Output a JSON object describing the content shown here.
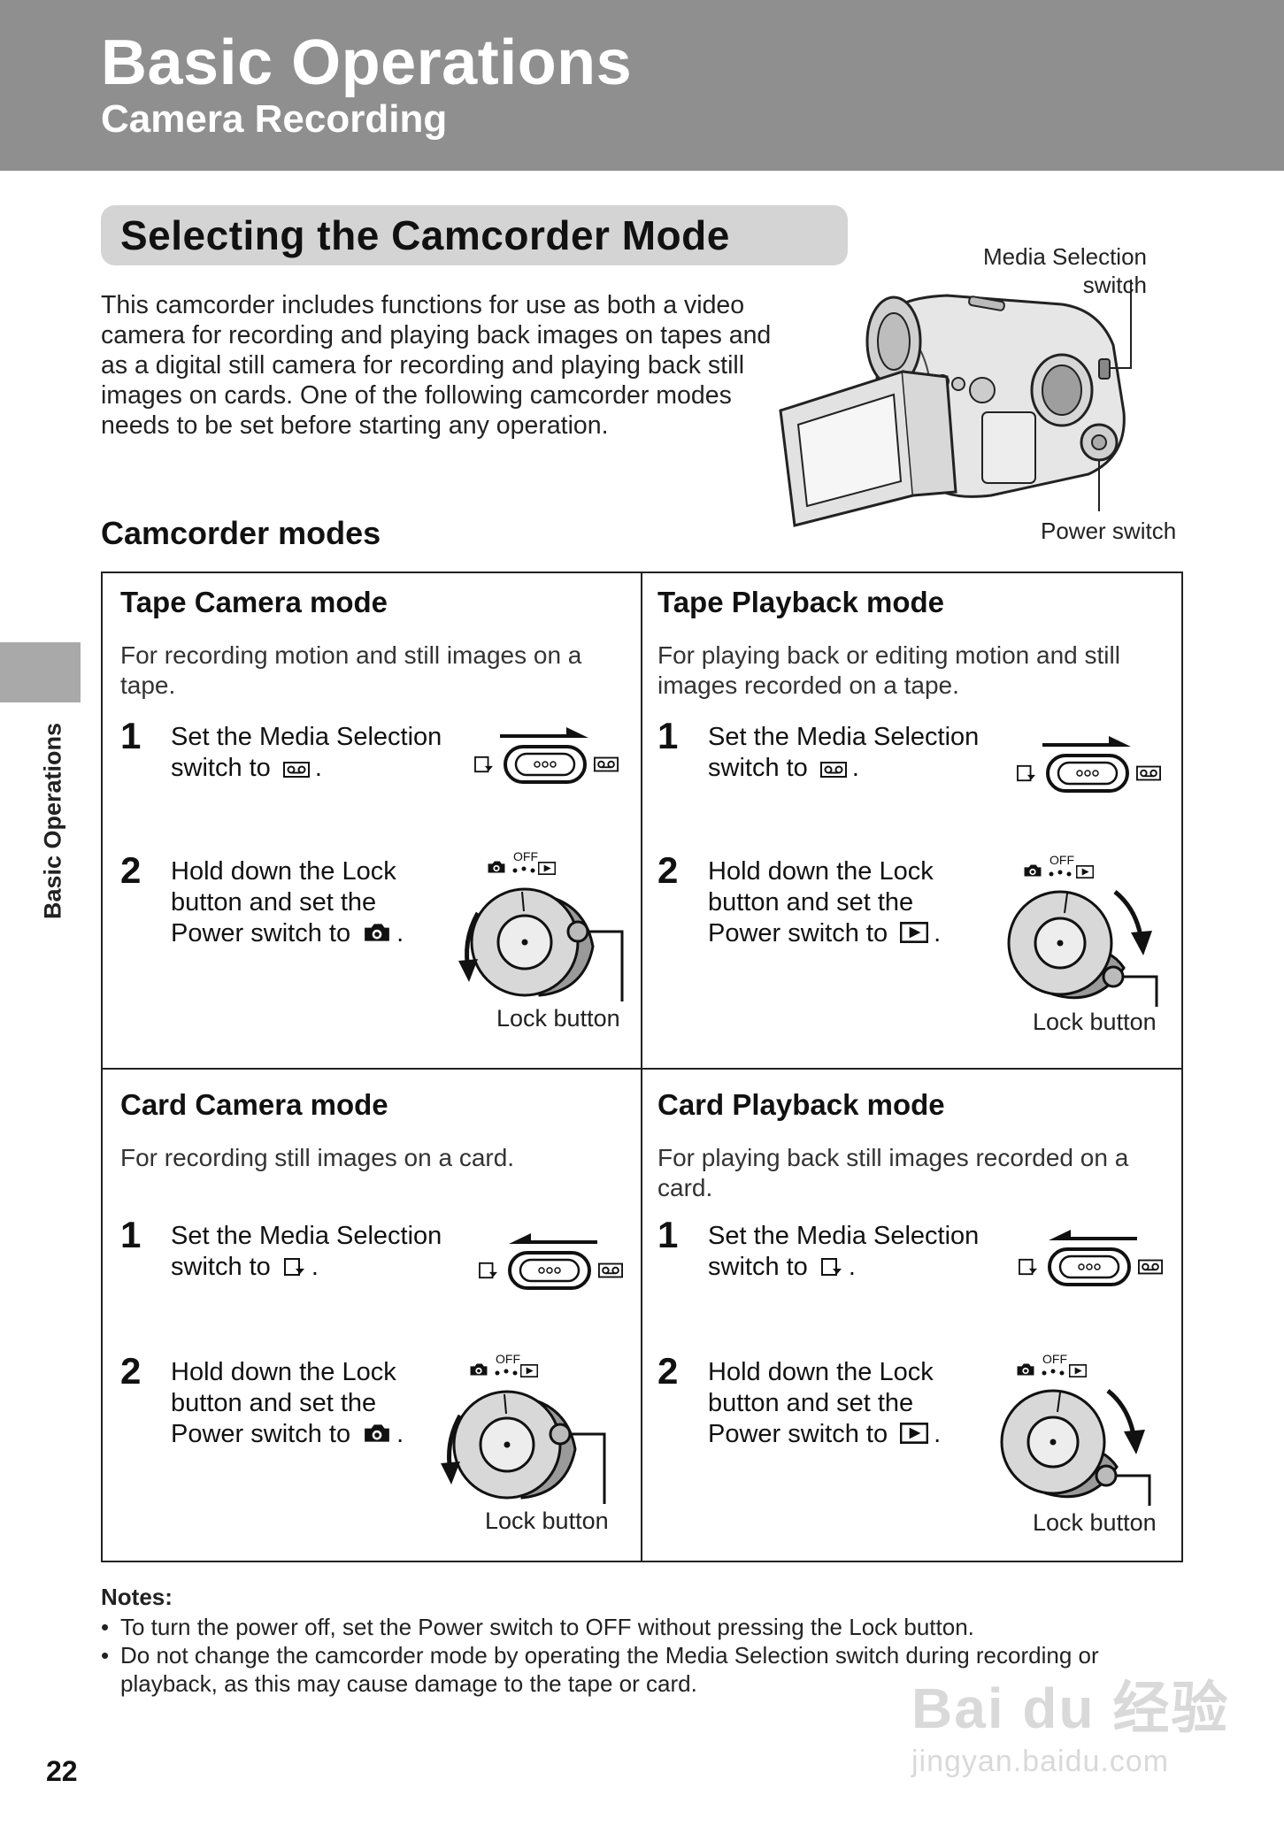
{
  "header": {
    "title": "Basic Operations",
    "subtitle": "Camera Recording"
  },
  "section": {
    "title": "Selecting the Camcorder Mode",
    "intro": "This camcorder includes functions for use as both a video camera for recording and playing back images on tapes and as a digital still camera for recording and playing back still images on cards. One of the following camcorder modes needs to be set before starting any operation."
  },
  "camera_callouts": {
    "media_selection_line1": "Media Selection",
    "media_selection_line2": "switch",
    "power_switch": "Power switch"
  },
  "modes_heading": "Camcorder modes",
  "side_tab_label": "Basic Operations",
  "modes": [
    {
      "title": "Tape Camera mode",
      "description": "For recording motion and still images on a tape.",
      "step1_number": "1",
      "step1_text": "Set the Media Selection switch to",
      "step1_symbol": "tape-icon",
      "step2_number": "2",
      "step2_text": "Hold down the Lock button and set the Power switch to",
      "step2_symbol": "camera-icon",
      "lock_label": "Lock button"
    },
    {
      "title": "Tape Playback mode",
      "description": "For playing back or editing motion and still images recorded on a tape.",
      "step1_number": "1",
      "step1_text": "Set the Media Selection switch to",
      "step1_symbol": "tape-icon",
      "step2_number": "2",
      "step2_text": "Hold down the Lock button and set the Power switch to",
      "step2_symbol": "play-icon",
      "lock_label": "Lock button"
    },
    {
      "title": "Card Camera mode",
      "description": "For recording still images on a card.",
      "step1_number": "1",
      "step1_text": "Set the Media Selection switch to",
      "step1_symbol": "card-icon",
      "step2_number": "2",
      "step2_text": "Hold down the Lock button and set the Power switch to",
      "step2_symbol": "camera-icon",
      "lock_label": "Lock button"
    },
    {
      "title": "Card Playback mode",
      "description": "For playing back still images recorded on a card.",
      "step1_number": "1",
      "step1_text": "Set the Media Selection switch to",
      "step1_symbol": "card-icon",
      "step2_number": "2",
      "step2_text": "Hold down the Lock button and set the Power switch to",
      "step2_symbol": "play-icon",
      "lock_label": "Lock button"
    }
  ],
  "dial_labels": {
    "off": "OFF"
  },
  "notes": {
    "title": "Notes:",
    "items": [
      "To turn the power off, set the Power switch to OFF without pressing the Lock button.",
      "Do not change the camcorder mode by operating the Media Selection switch during recording or playback, as this may cause damage to the tape or card."
    ]
  },
  "page_number": "22",
  "watermark": {
    "logo": "Bai du 经验",
    "url": "jingyan.baidu.com"
  },
  "colors": {
    "header_bg": "#8f8f8f",
    "pill_bg": "#d4d4d4",
    "side_tab_bg": "#a9a9a9",
    "rule": "#222222"
  }
}
